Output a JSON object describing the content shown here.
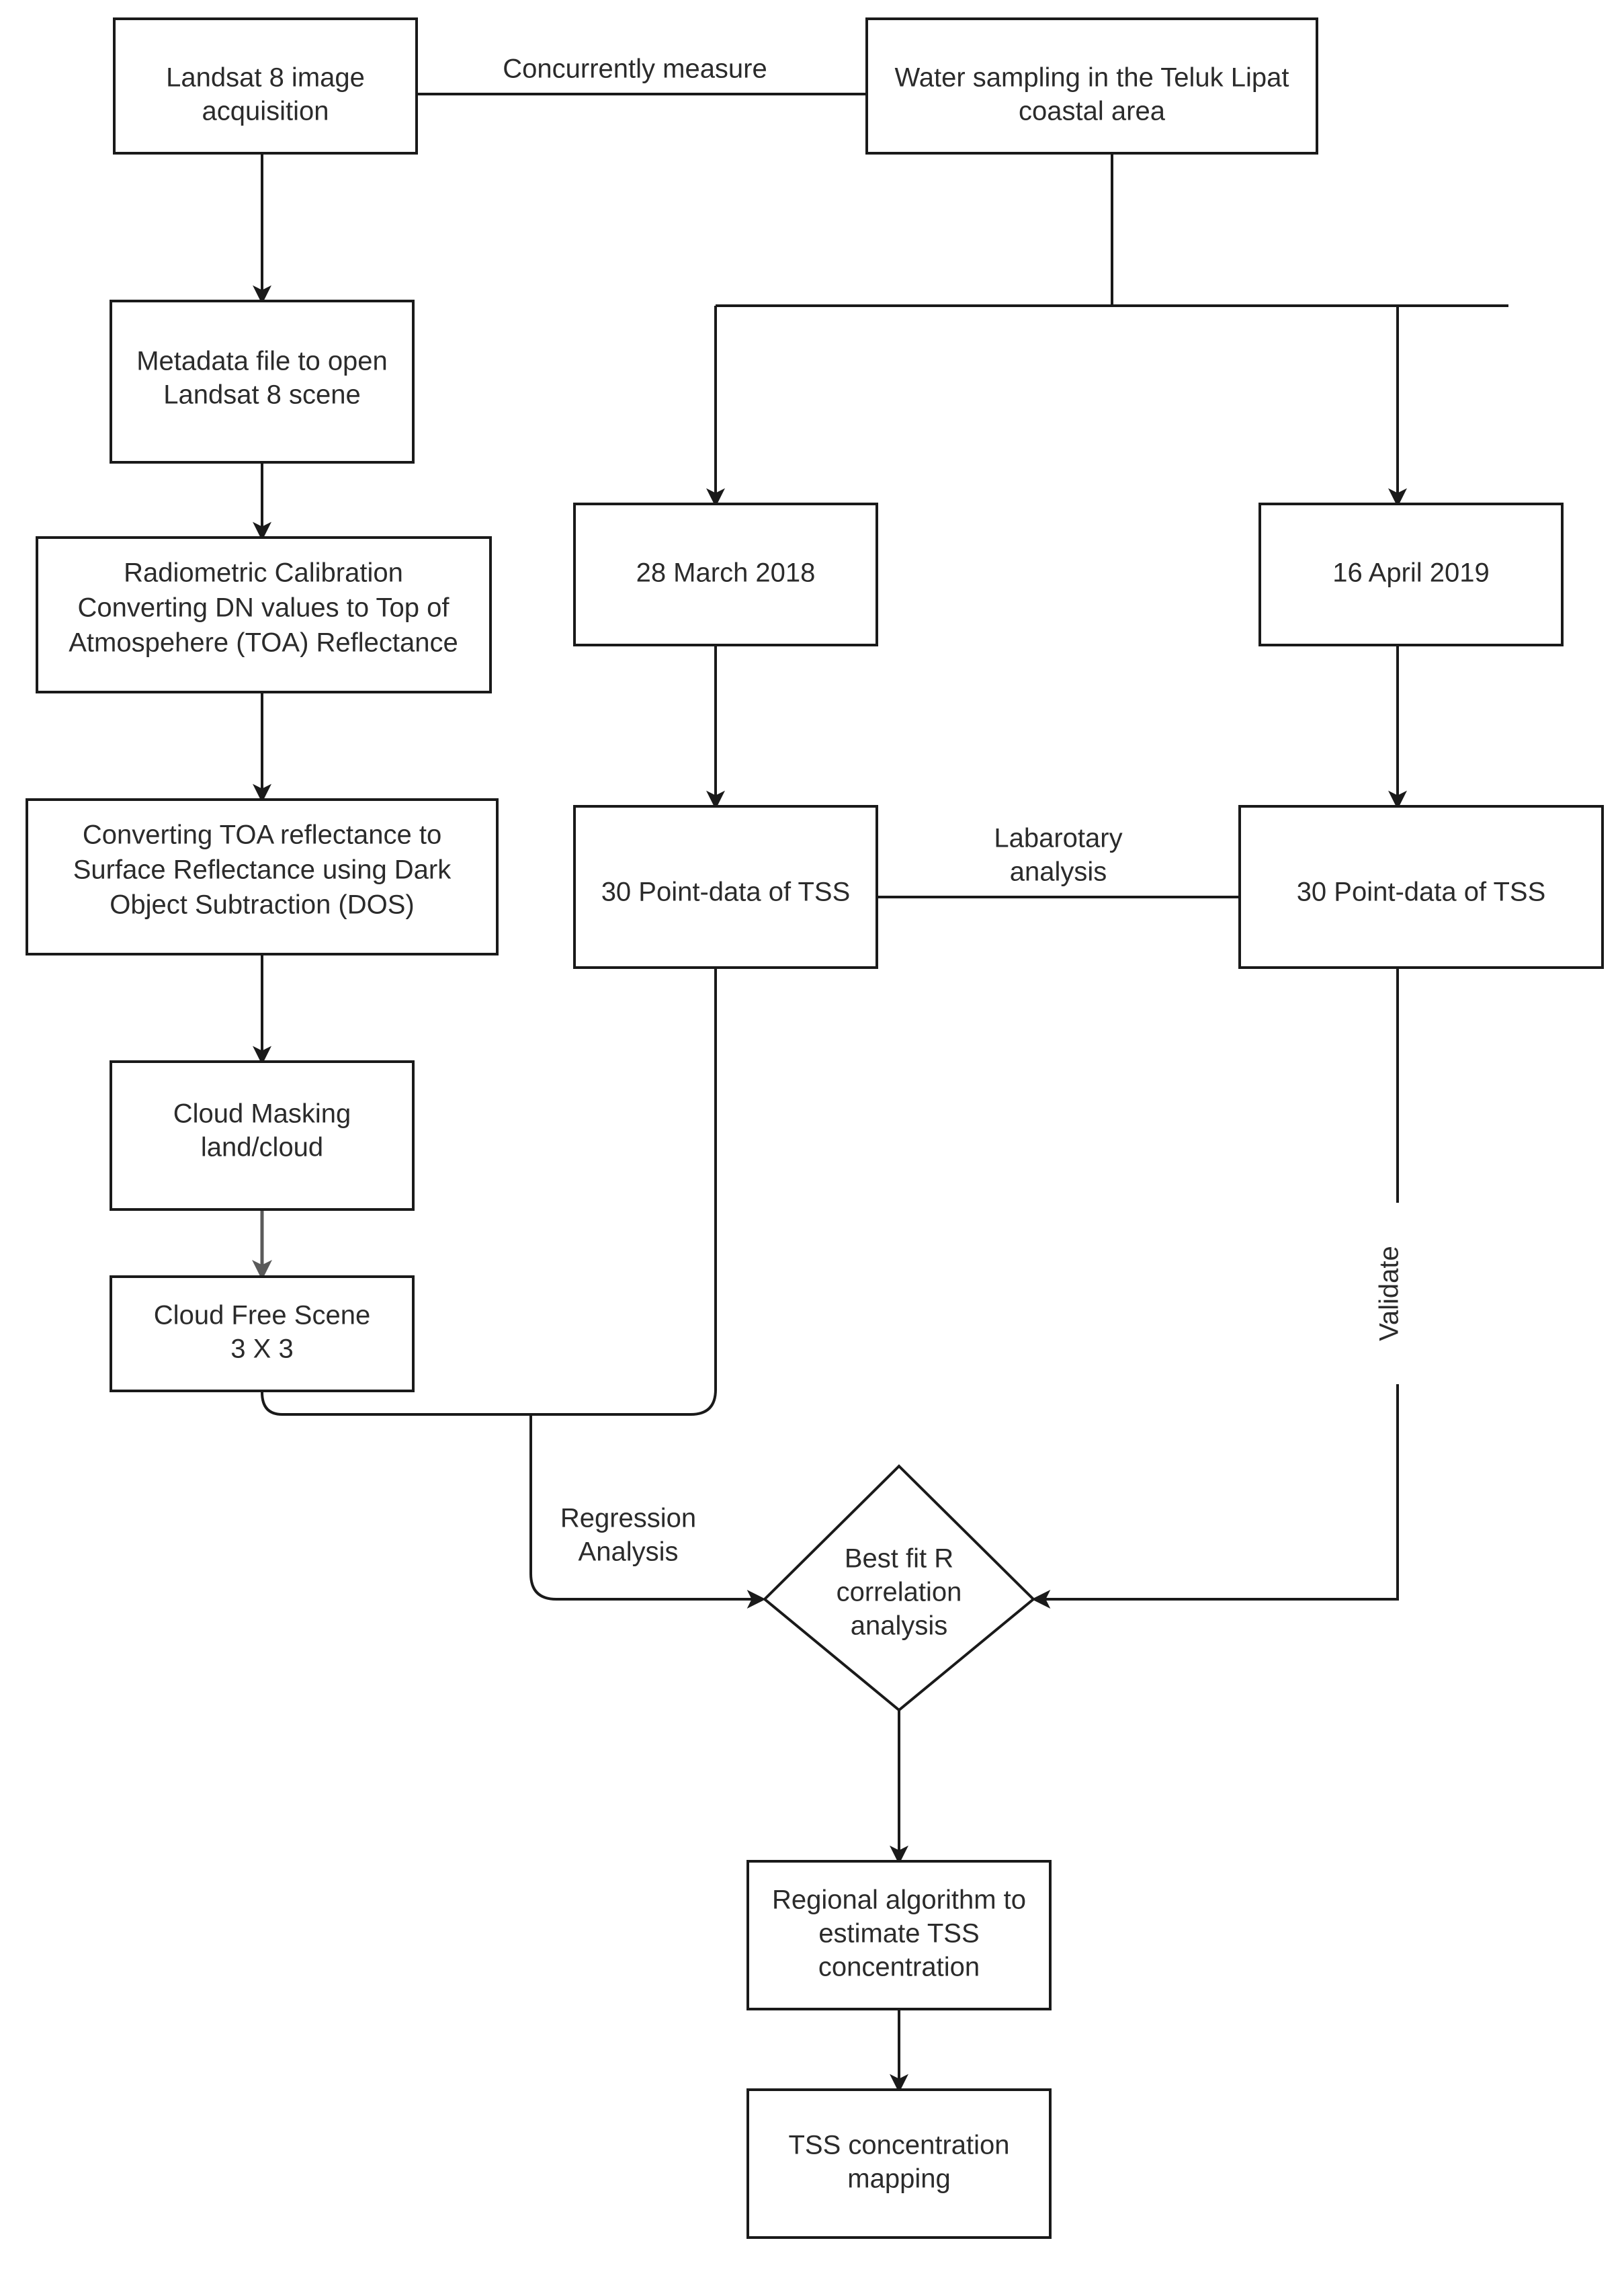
{
  "diagram": {
    "title": "TSS mapping methodology flowchart",
    "background_color": "#ffffff",
    "line_color": "#1a1a1a",
    "text_color": "#2b2b2b",
    "nodes": [
      {
        "id": "landsat-acquisition",
        "shape": "rectangle",
        "lines": [
          "Landsat 8 image",
          "acquisition"
        ]
      },
      {
        "id": "water-sampling",
        "shape": "rectangle",
        "lines": [
          "Water sampling in the Teluk Lipat",
          "coastal area"
        ]
      },
      {
        "id": "metadata-file",
        "shape": "rectangle",
        "lines": [
          "Metadata file to open",
          "Landsat 8 scene"
        ]
      },
      {
        "id": "radiometric-calibration",
        "shape": "rectangle",
        "lines": [
          "Radiometric Calibration",
          "Converting DN values to Top of",
          "Atmospehere (TOA) Reflectance"
        ]
      },
      {
        "id": "dos-conversion",
        "shape": "rectangle",
        "lines": [
          "Converting TOA reflectance to",
          "Surface Reflectance using Dark",
          "Object Subtraction (DOS)"
        ]
      },
      {
        "id": "cloud-masking",
        "shape": "rectangle",
        "lines": [
          "Cloud Masking",
          "land/cloud"
        ]
      },
      {
        "id": "cloud-free-scene",
        "shape": "rectangle",
        "lines": [
          "Cloud Free Scene",
          "3 X 3"
        ]
      },
      {
        "id": "date-2018",
        "shape": "rectangle",
        "lines": [
          "28 March 2018"
        ]
      },
      {
        "id": "date-2019",
        "shape": "rectangle",
        "lines": [
          "16 April 2019"
        ]
      },
      {
        "id": "tss-points-2018",
        "shape": "rectangle",
        "lines": [
          "30 Point-data of TSS"
        ]
      },
      {
        "id": "tss-points-2019",
        "shape": "rectangle",
        "lines": [
          "30 Point-data of TSS"
        ]
      },
      {
        "id": "best-fit-decision",
        "shape": "diamond",
        "lines": [
          "Best fit R",
          "correlation",
          "analysis"
        ]
      },
      {
        "id": "regional-algorithm",
        "shape": "rectangle",
        "lines": [
          "Regional algorithm to",
          "estimate TSS",
          "concentration"
        ]
      },
      {
        "id": "tss-mapping",
        "shape": "rectangle",
        "lines": [
          "TSS concentration",
          "mapping"
        ]
      }
    ],
    "edge_labels": [
      {
        "id": "concurrently-measure",
        "text": "Concurrently measure"
      },
      {
        "id": "labarotary-analysis",
        "lines": [
          "Labarotary",
          "analysis"
        ]
      },
      {
        "id": "regression-analysis",
        "lines": [
          "Regression",
          "Analysis"
        ]
      },
      {
        "id": "validate",
        "text": "Validate"
      }
    ]
  }
}
